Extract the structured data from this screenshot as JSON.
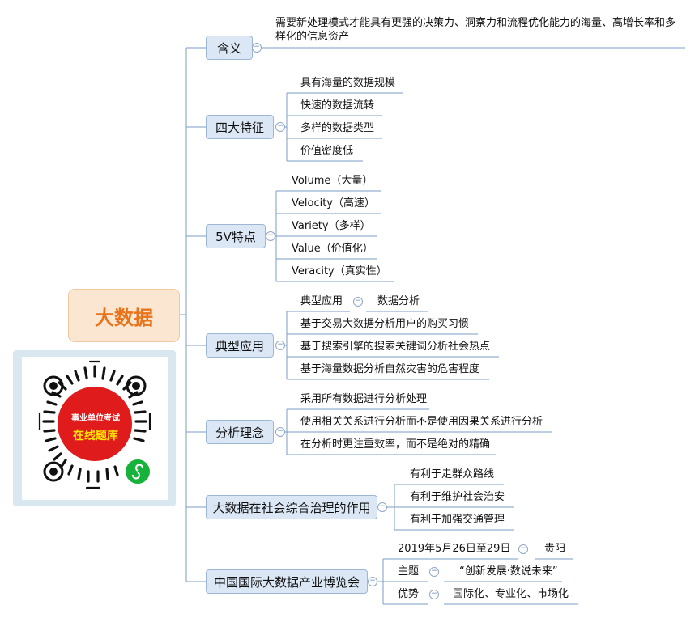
{
  "root": {
    "title": "大数据"
  },
  "branches": [
    {
      "label": "含义"
    },
    {
      "label": "四大特征"
    },
    {
      "label": "5V特点"
    },
    {
      "label": "典型应用"
    },
    {
      "label": "分析理念"
    },
    {
      "label": "大数据在社会综合治理的作用"
    },
    {
      "label": "中国国际大数据产业博览会"
    }
  ],
  "meaning": {
    "line1": "需要新处理模式才能具有更强的决策力、洞察力和流程优化能力的海量、高增长率和多",
    "line2": "样化的信息资产"
  },
  "features": [
    "具有海量的数据规模",
    "快速的数据流转",
    "多样的数据类型",
    "价值密度低"
  ],
  "five_v": [
    "Volume（大量）",
    "Velocity（高速）",
    "Variety（多样）",
    "Value（价值化）",
    "Veracity（真实性）"
  ],
  "applications": {
    "typical": "典型应用",
    "typical_child": "数据分析",
    "items": [
      "基于交易大数据分析用户的购买习惯",
      "基于搜索引擎的搜索关键词分析社会热点",
      "基于海量数据分析自然灾害的危害程度"
    ]
  },
  "philosophy": [
    "采用所有数据进行分析处理",
    "使用相关关系进行分析而不是使用因果关系进行分析",
    "在分析时更注重效率，而不是绝对的精确"
  ],
  "governance": [
    "有利于走群众路线",
    "有利于维护社会治安",
    "有利于加强交通管理"
  ],
  "expo": {
    "date": "2019年5月26日至29日",
    "city": "贵阳",
    "theme_label": "主题",
    "theme": "“创新发展·数说未来”",
    "advantage_label": "优势",
    "advantage": "国际化、专业化、市场化"
  },
  "qr": {
    "badge_top": "事业单位考试",
    "badge_bottom": "在线题库"
  },
  "colors": {
    "line": "#7b9bc4",
    "root_text": "#e8731a",
    "branch_fill": "#dbe7f5",
    "badge_red": "#e01b1b"
  }
}
